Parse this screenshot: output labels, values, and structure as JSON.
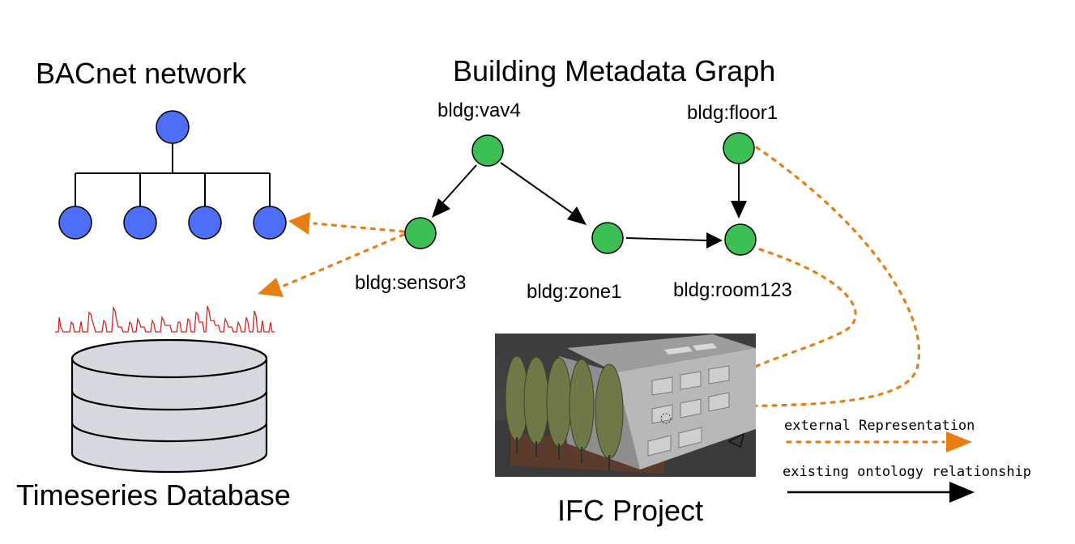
{
  "titles": {
    "bacnet": "BACnet network",
    "graph": "Building Metadata Graph",
    "timeseries": "Timeseries Database",
    "ifc": "IFC Project"
  },
  "nodes": {
    "vav4": "bldg:vav4",
    "floor1": "bldg:floor1",
    "sensor3": "bldg:sensor3",
    "zone1": "bldg:zone1",
    "room123": "bldg:room123"
  },
  "legend": {
    "external": "external Representation",
    "existing": "existing ontology relationship"
  },
  "colors": {
    "bacnet_node": "#4f6ef7",
    "graph_node": "#3cbf55",
    "external_arrow": "#e67e14",
    "ontology_arrow": "#000000",
    "timeseries_line": "#e02020",
    "database": "#d6d9de"
  }
}
